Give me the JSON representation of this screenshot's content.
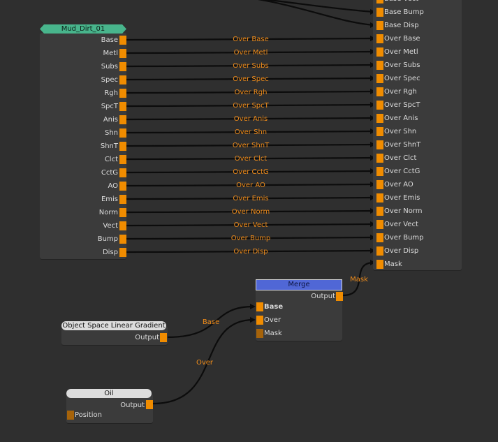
{
  "colors": {
    "background": "#2f2f2f",
    "port": "#f08c00",
    "wire_label": "#f08c1a",
    "mud_header": "#48b58c",
    "merge_header": "#5067d6"
  },
  "mud_node": {
    "title": "Mud_Dirt_01",
    "outputs": [
      "Base",
      "Metl",
      "Subs",
      "Spec",
      "Rgh",
      "SpcT",
      "Anis",
      "Shn",
      "ShnT",
      "Clct",
      "CctG",
      "AO",
      "Emis",
      "Norm",
      "Vect",
      "Bump",
      "Disp"
    ]
  },
  "wire_labels": [
    "Over Base",
    "Over Metl",
    "Over Subs",
    "Over Spec",
    "Over Rgh",
    "Over SpcT",
    "Over Anis",
    "Over Shn",
    "Over ShnT",
    "Over Clct",
    "Over CctG",
    "Over AO",
    "Over Emis",
    "Over Norm",
    "Over Vect",
    "Over Bump",
    "Over Disp"
  ],
  "target_node": {
    "inputs_top": [
      "Base Vect",
      "Base Bump",
      "Base Disp"
    ],
    "inputs_over": [
      "Over Base",
      "Over Metl",
      "Over Subs",
      "Over Spec",
      "Over Rgh",
      "Over SpcT",
      "Over Anis",
      "Over Shn",
      "Over ShnT",
      "Over Clct",
      "Over CctG",
      "Over AO",
      "Over Emis",
      "Over Norm",
      "Over Vect",
      "Over Bump",
      "Over Disp"
    ],
    "mask_input": "Mask"
  },
  "merge_node": {
    "title": "Merge",
    "output_label": "Output",
    "inputs": [
      "Base",
      "Over",
      "Mask"
    ]
  },
  "gradient_node": {
    "title": "Object Space Linear Gradient",
    "output_label": "Output"
  },
  "oil_node": {
    "title": "Oil",
    "output_label": "Output",
    "input_label": "Position"
  },
  "connection_labels": {
    "mask": "Mask",
    "base": "Base",
    "over": "Over"
  }
}
